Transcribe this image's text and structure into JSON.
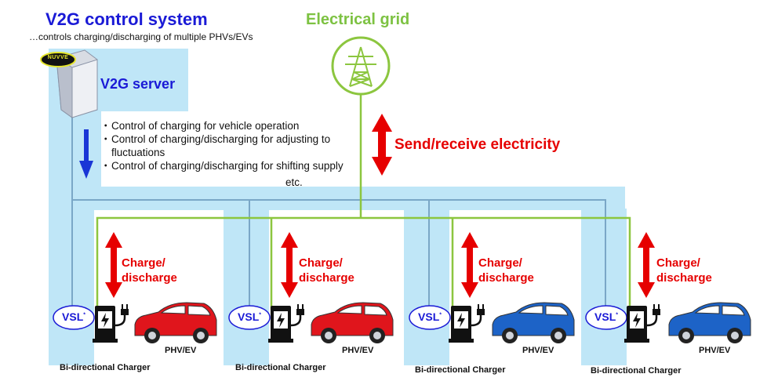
{
  "header": {
    "title": "V2G control system",
    "subtitle": "…controls charging/discharging of multiple PHVs/EVs"
  },
  "grid": {
    "title": "Electrical grid"
  },
  "server": {
    "label": "V2G server",
    "logo_text": "NUVVE"
  },
  "controls": {
    "items": [
      "Control of charging for vehicle operation",
      "Control of charging/discharging for adjusting to fluctuations",
      "Control of charging/discharging for shifting supply"
    ],
    "etc": "etc."
  },
  "flow_label": "Send/receive electricity",
  "units": [
    {
      "vsl": "VSL",
      "vsl_mark": "*",
      "charge_label_1": "Charge/",
      "charge_label_2": "discharge",
      "vehicle_label": "PHV/EV",
      "charger_label": "Bi-directional Charger",
      "car_color": "#e0151c"
    },
    {
      "vsl": "VSL",
      "vsl_mark": "*",
      "charge_label_1": "Charge/",
      "charge_label_2": "discharge",
      "vehicle_label": "PHV/EV",
      "charger_label": "Bi-directional Charger",
      "car_color": "#e0151c"
    },
    {
      "vsl": "VSL",
      "vsl_mark": "*",
      "charge_label_1": "Charge/",
      "charge_label_2": "discharge",
      "vehicle_label": "PHV/EV",
      "charger_label": "Bi-directional Charger",
      "car_color": "#1d63c7"
    },
    {
      "vsl": "VSL",
      "vsl_mark": "*",
      "charge_label_1": "Charge/",
      "charge_label_2": "discharge",
      "vehicle_label": "PHV/EV",
      "charger_label": "Bi-directional Charger",
      "car_color": "#1d63c7"
    }
  ],
  "colors": {
    "panel": "#bfe6f7",
    "grid_line": "#8cc63f",
    "control_line": "#7aa7c7",
    "arrow_red": "#e60000",
    "arrow_blue": "#1a36d6"
  }
}
